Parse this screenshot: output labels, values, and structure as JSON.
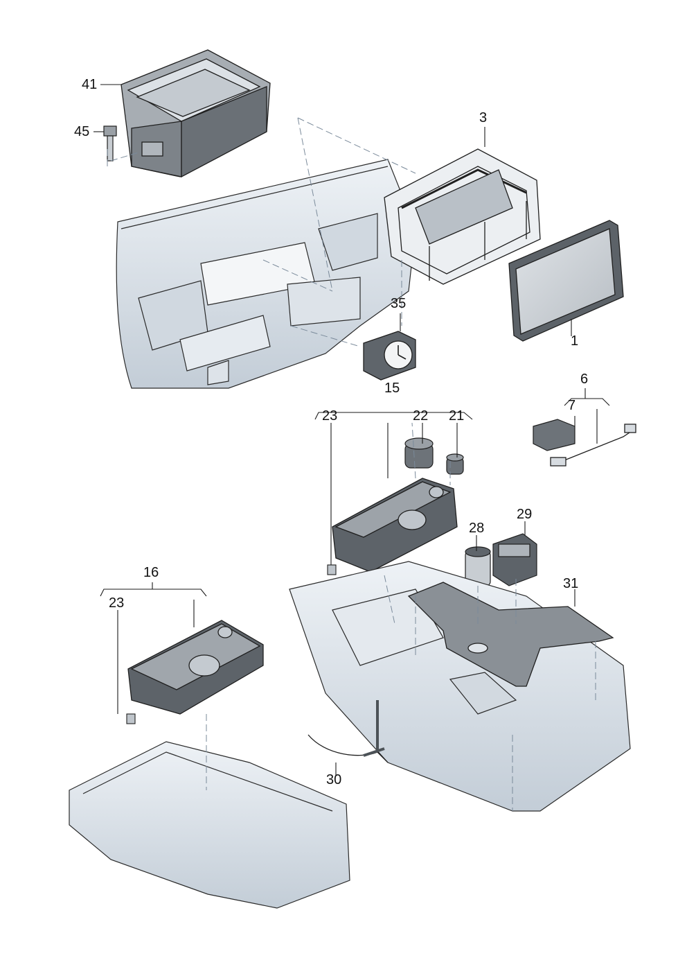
{
  "diagram": {
    "callouts": {
      "c41": "41",
      "c45": "45",
      "c3": "3",
      "c35": "35",
      "c1": "1",
      "c15": "15",
      "c6": "6",
      "c7": "7",
      "c23a": "23",
      "c22": "22",
      "c21": "21",
      "c28": "28",
      "c29": "29",
      "c16": "16",
      "c23b": "23",
      "c31": "31",
      "c30": "30"
    },
    "colors": {
      "ink": "#1a1a1a",
      "shade": "#c9d3dc",
      "shade_light": "#e2e8ee",
      "dark_part": "#4a4f55"
    }
  }
}
